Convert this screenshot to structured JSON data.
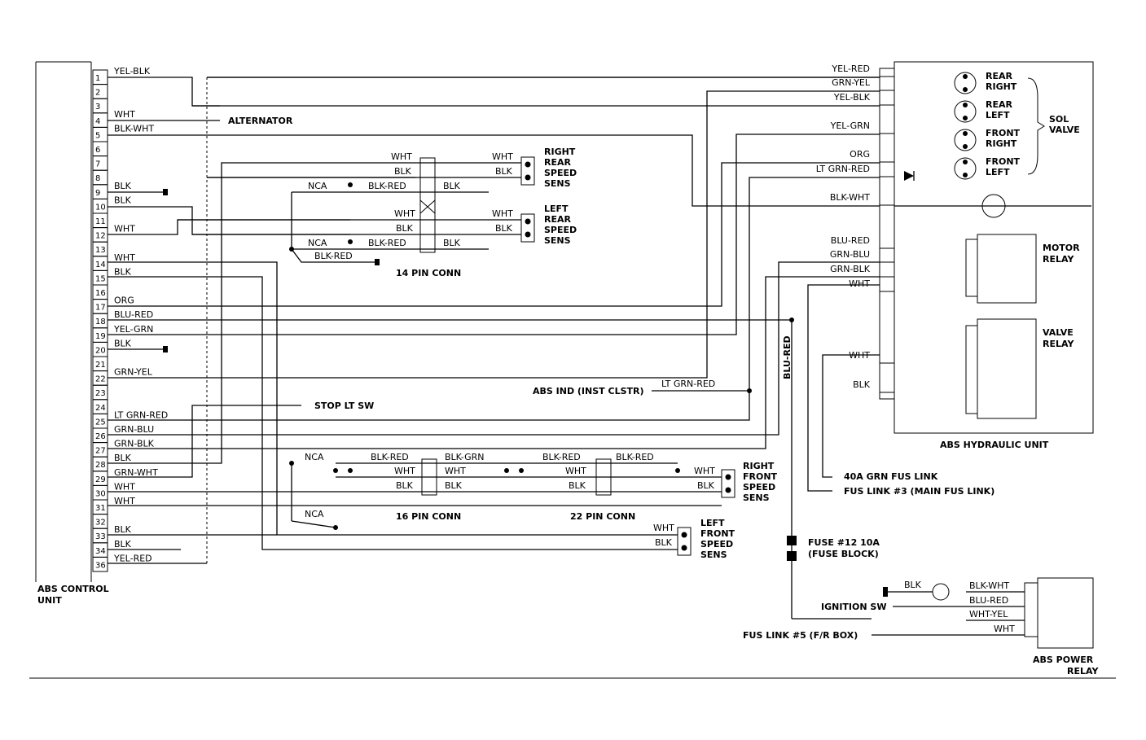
{
  "ecu": {
    "title": "ABS CONTROL UNIT",
    "title_lines": [
      "ABS CONTROL",
      "UNIT"
    ]
  },
  "pins": [
    "1",
    "2",
    "3",
    "4",
    "5",
    "6",
    "7",
    "8",
    "9",
    "10",
    "11",
    "12",
    "13",
    "14",
    "15",
    "16",
    "17",
    "18",
    "19",
    "20",
    "21",
    "22",
    "23",
    "24",
    "25",
    "26",
    "27",
    "28",
    "29",
    "30",
    "31",
    "32",
    "33",
    "34",
    "36"
  ],
  "left_wires": [
    {
      "pin": "1",
      "label": "YEL-BLK"
    },
    {
      "pin": "4",
      "label": "WHT"
    },
    {
      "pin": "5",
      "label": "BLK-WHT"
    },
    {
      "pin": "9",
      "label": "BLK"
    },
    {
      "pin": "10",
      "label": "BLK"
    },
    {
      "pin": "12",
      "label": "WHT"
    },
    {
      "pin": "14",
      "label": "WHT"
    },
    {
      "pin": "15",
      "label": "BLK"
    },
    {
      "pin": "17",
      "label": "ORG"
    },
    {
      "pin": "18",
      "label": "BLU-RED"
    },
    {
      "pin": "19",
      "label": "YEL-GRN"
    },
    {
      "pin": "20",
      "label": "BLK"
    },
    {
      "pin": "22",
      "label": "GRN-YEL"
    },
    {
      "pin": "25",
      "label": "LT GRN-RED"
    },
    {
      "pin": "26",
      "label": "GRN-BLU"
    },
    {
      "pin": "27",
      "label": "GRN-BLK"
    },
    {
      "pin": "28",
      "label": "BLK"
    },
    {
      "pin": "29",
      "label": "GRN-WHT"
    },
    {
      "pin": "30",
      "label": "WHT"
    },
    {
      "pin": "31",
      "label": "WHT"
    },
    {
      "pin": "33",
      "label": "BLK"
    },
    {
      "pin": "34",
      "label": "BLK"
    },
    {
      "pin": "36",
      "label": "YEL-RED"
    }
  ],
  "labels": {
    "alternator": "ALTERNATOR",
    "stop_lt_sw": "STOP LT SW",
    "abs_ind": "ABS IND (INST CLSTR)",
    "abs_ind_wire": "LT GRN-RED",
    "pin14_conn": "14 PIN CONN",
    "pin16_conn": "16 PIN CONN",
    "pin22_conn": "22 PIN CONN",
    "nca": "NCA",
    "blu_red_vertical": "BLU-RED",
    "fus_link_40a": "40A GRN FUS LINK",
    "fus_link_3": "FUS LINK #3 (MAIN FUS LINK)",
    "fuse_12": [
      "FUSE #12 10A",
      "(FUSE BLOCK)"
    ],
    "ignition_sw": "IGNITION SW",
    "fus_link_5": "FUS LINK #5 (F/R BOX)"
  },
  "rear_wires": {
    "upper": [
      "WHT",
      "BLK",
      "BLK-RED",
      "WHT",
      "BLK",
      "BLK"
    ],
    "lower": [
      "WHT",
      "BLK",
      "BLK-RED",
      "WHT",
      "BLK",
      "BLK"
    ],
    "ground": "BLK-RED"
  },
  "front_wires": {
    "row1": [
      "BLK-RED",
      "BLK-GRN",
      "BLK-RED",
      "BLK-RED"
    ],
    "row2": [
      "WHT",
      "WHT",
      "WHT",
      "WHT"
    ],
    "row3": [
      "BLK",
      "BLK",
      "BLK",
      "BLK"
    ],
    "left": [
      "WHT",
      "BLK"
    ]
  },
  "sensors": {
    "right_rear": [
      "RIGHT",
      "REAR",
      "SPEED",
      "SENS"
    ],
    "left_rear": [
      "LEFT",
      "REAR",
      "SPEED",
      "SENS"
    ],
    "right_front": [
      "RIGHT",
      "FRONT",
      "SPEED",
      "SENS"
    ],
    "left_front": [
      "LEFT",
      "FRONT",
      "SPEED",
      "SENS"
    ]
  },
  "hydraulic": {
    "title": "ABS HYDRAULIC UNIT",
    "wires": [
      "YEL-RED",
      "GRN-YEL",
      "YEL-BLK",
      "YEL-GRN",
      "ORG",
      "LT GRN-RED",
      "BLK-WHT",
      "BLU-RED",
      "GRN-BLU",
      "GRN-BLK",
      "WHT",
      "WHT",
      "BLK"
    ],
    "valves": [
      [
        "REAR",
        "RIGHT"
      ],
      [
        "REAR",
        "LEFT"
      ],
      [
        "FRONT",
        "RIGHT"
      ],
      [
        "FRONT",
        "LEFT"
      ]
    ],
    "sol_valve": [
      "SOL",
      "VALVE"
    ],
    "motor_relay": [
      "MOTOR",
      "RELAY"
    ],
    "valve_relay": [
      "VALVE",
      "RELAY"
    ]
  },
  "power_relay": {
    "title": [
      "ABS POWER",
      "RELAY"
    ],
    "wires": [
      "BLK-WHT",
      "BLU-RED",
      "WHT-YEL",
      "WHT"
    ],
    "ground_wire": "BLK"
  }
}
